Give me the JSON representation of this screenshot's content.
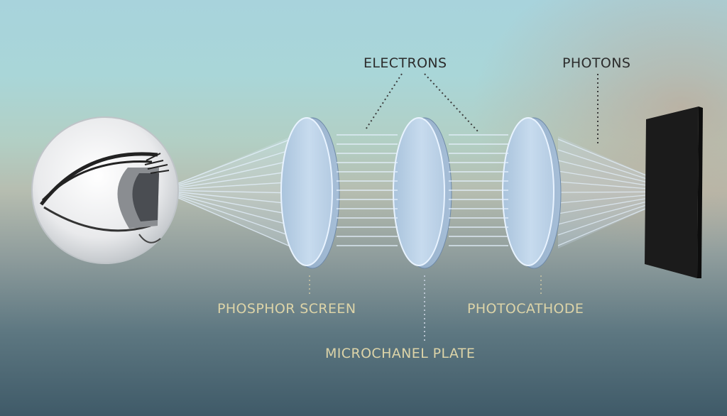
{
  "labels": {
    "electrons": "ELECTRONS",
    "photons": "PHOTONS",
    "phosphor_screen": "PHOSPHOR SCREEN",
    "photocathode": "PHOTOCATHODE",
    "microchannel_plate": "MICROCHANEL PLATE"
  },
  "colors": {
    "dark_label": "#2c2c2c",
    "light_label": "#ddd4a8",
    "disc_fill": "#b9d1e6",
    "beam": "#e6f2ff",
    "object": "#1b1b1b"
  },
  "icons": {
    "viewer": "eye-icon",
    "target": "dark-object"
  }
}
